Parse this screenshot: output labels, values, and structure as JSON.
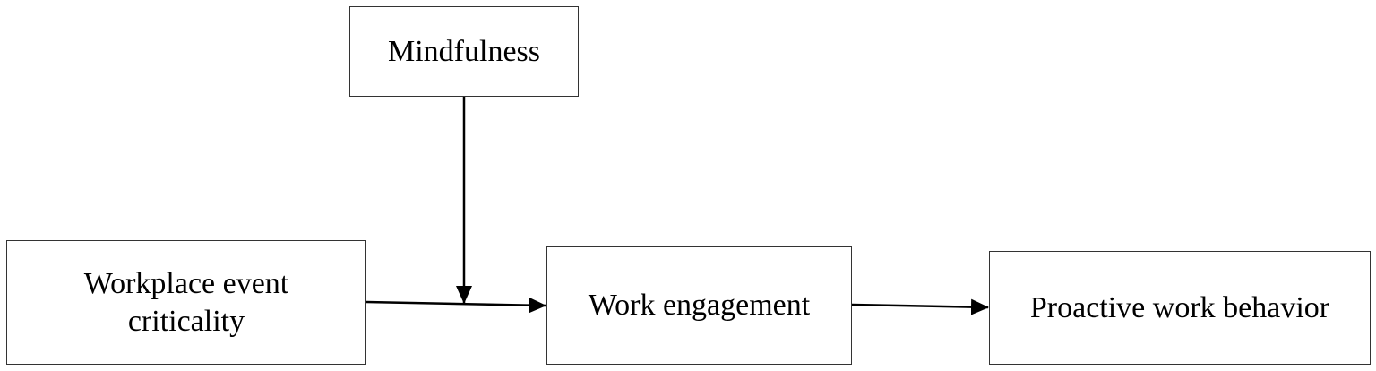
{
  "diagram": {
    "nodes": {
      "mindfulness": {
        "label": "Mindfulness"
      },
      "criticality": {
        "line1": "Workplace event",
        "line2": "criticality"
      },
      "engagement": {
        "label": "Work engagement"
      },
      "proactive": {
        "label": "Proactive work behavior"
      }
    },
    "edges": [
      {
        "from": "criticality",
        "to": "engagement"
      },
      {
        "from": "mindfulness",
        "to": "criticality-engagement-path",
        "type": "moderation"
      },
      {
        "from": "engagement",
        "to": "proactive"
      }
    ],
    "colors": {
      "stroke": "#333333",
      "arrow": "#000000"
    }
  }
}
